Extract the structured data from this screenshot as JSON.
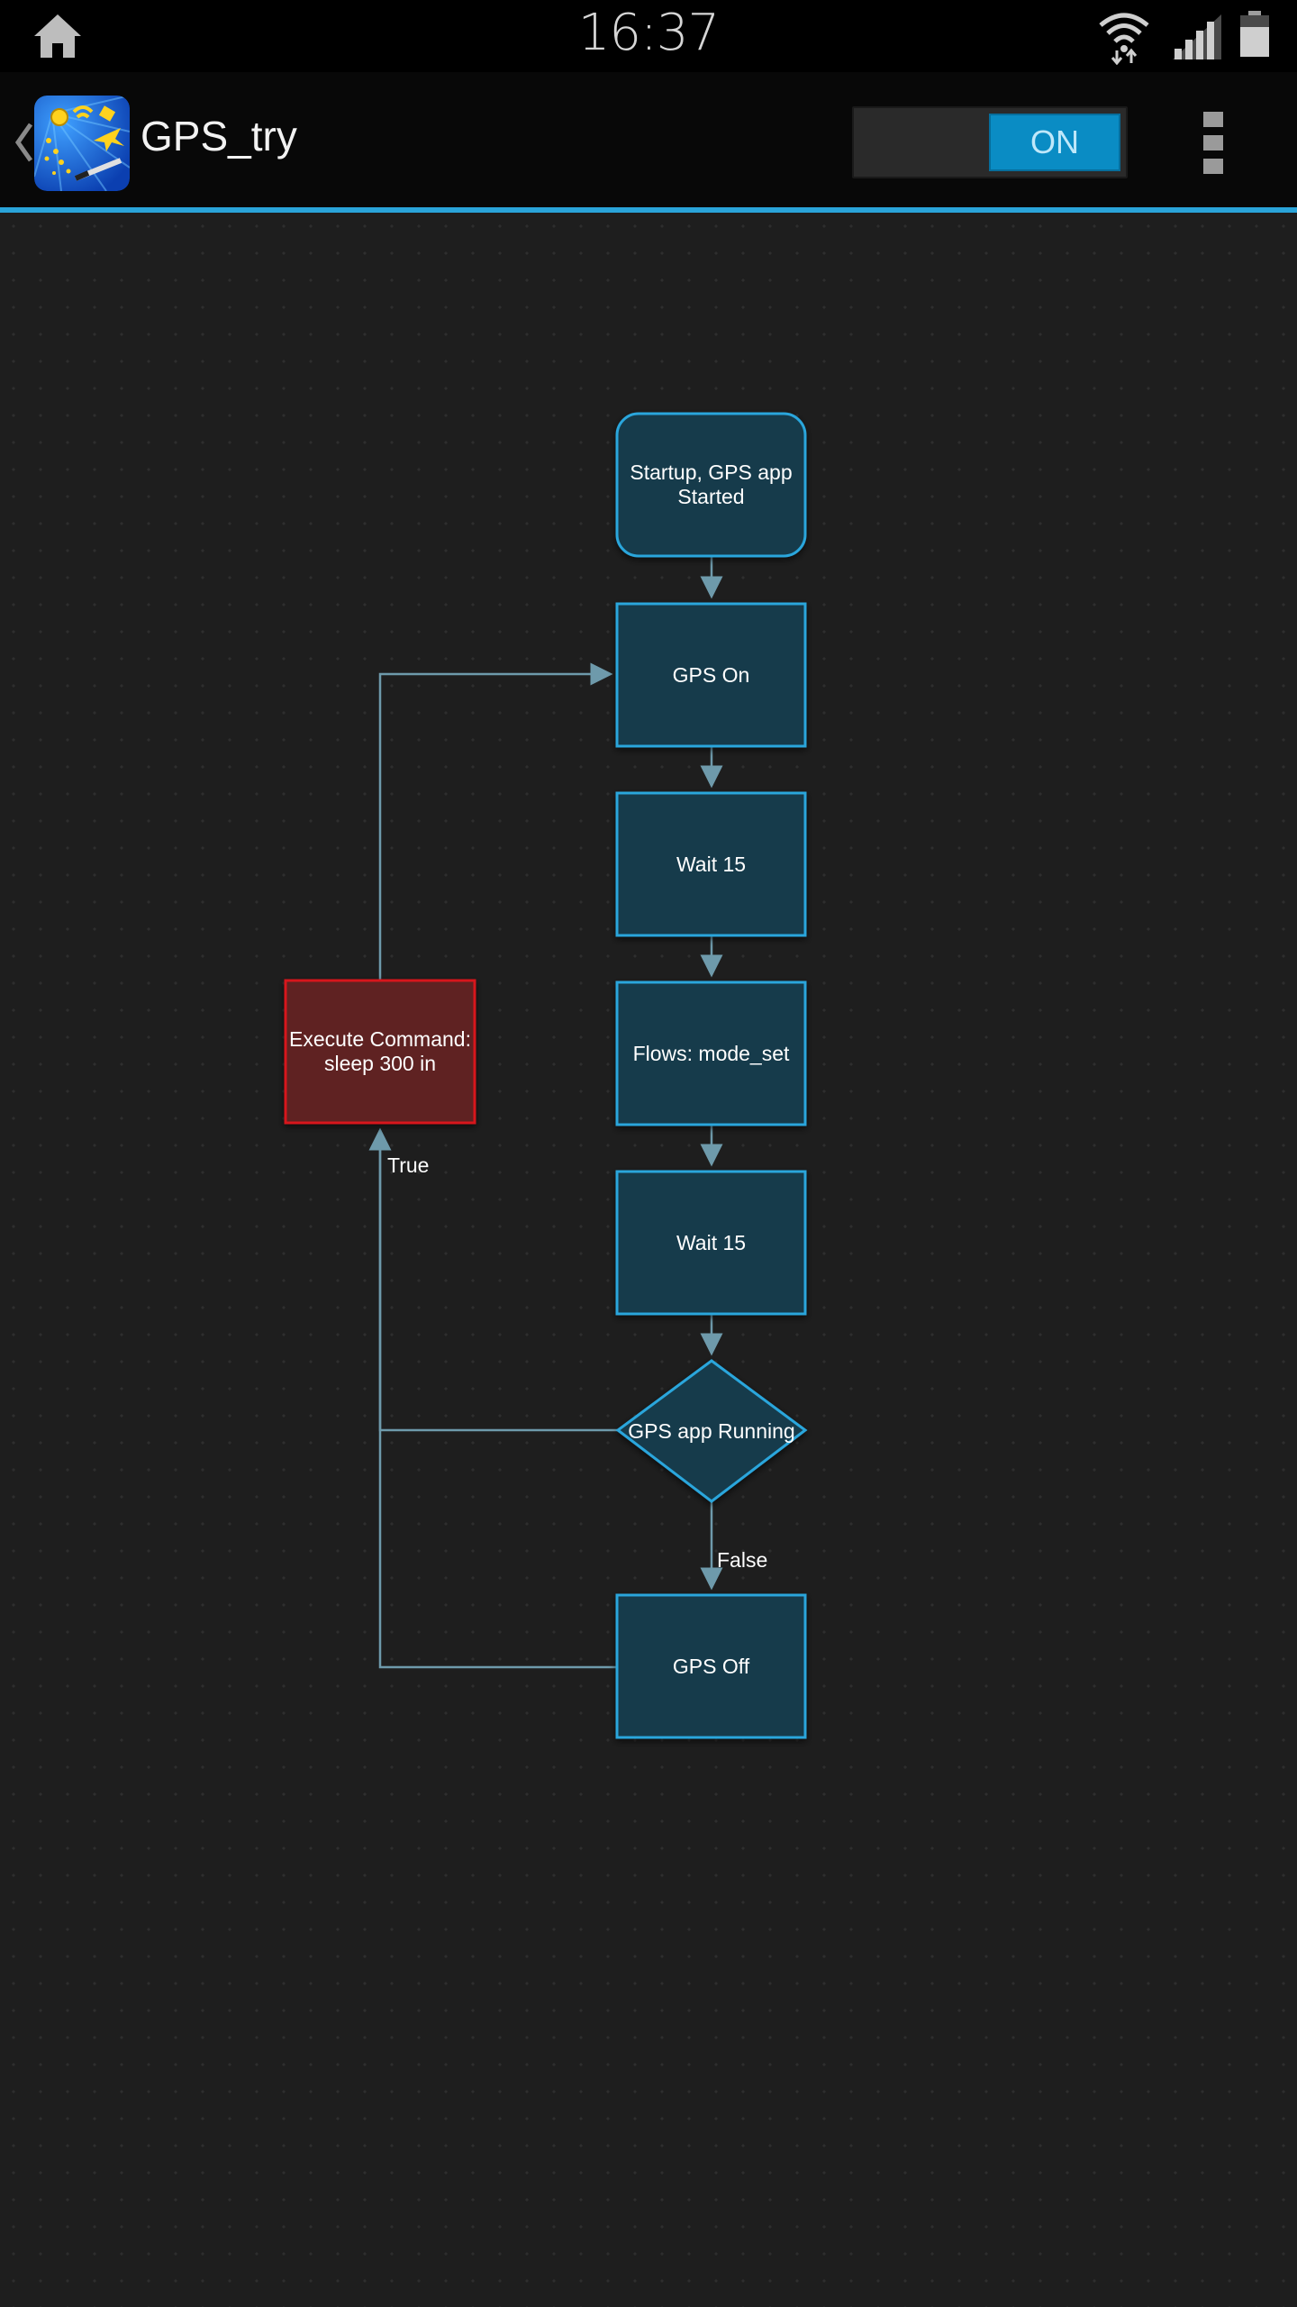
{
  "status_bar": {
    "time": "16:37",
    "icons": [
      "home-icon",
      "wifi-icon",
      "signal-icon",
      "battery-icon"
    ]
  },
  "action_bar": {
    "title": "GPS_try",
    "toggle_label": "ON",
    "toggle_on": true,
    "accent_color": "#2aa4d9"
  },
  "flow": {
    "nodes": {
      "start": "Startup, GPS app Started",
      "gps_on": "GPS On",
      "wait1": "Wait 15",
      "flows": "Flows: mode_set",
      "wait2": "Wait 15",
      "decision": "GPS app Running",
      "gps_off": "GPS Off",
      "execute": "Execute Command: sleep 300 in"
    },
    "edge_labels": {
      "true": "True",
      "false": "False"
    },
    "colors": {
      "node_fill": "#173b4b",
      "node_stroke": "#2aa6dc",
      "execute_fill": "#5e2022",
      "execute_stroke": "#d7181e",
      "edge": "#6e9aab"
    }
  }
}
